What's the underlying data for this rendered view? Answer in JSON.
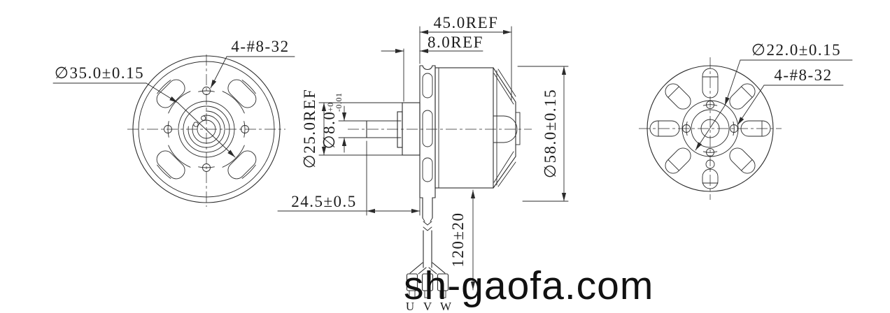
{
  "watermark": "sh-gaofa.com",
  "front_view": {
    "thread_note": "4-#8-32",
    "bolt_circle_dia": "∅35.0±0.15"
  },
  "side_view": {
    "overall_length": "45.0REF",
    "flange_offset": "8.0REF",
    "hub_dia": "∅25.0REF",
    "shaft_dia": "∅8.0",
    "shaft_tol_upper": "+0",
    "shaft_tol_lower": "-0.01",
    "body_dia": "∅58.0±0.15",
    "shaft_length": "24.5±0.5",
    "wire_length": "120±20",
    "wires": [
      "U",
      "V",
      "W"
    ]
  },
  "back_view": {
    "bolt_circle_dia": "∅22.0±0.15",
    "thread_note": "4-#8-32"
  },
  "colors": {
    "line": "#2b2b2b",
    "text": "#1c1c1c",
    "watermark": "#111111",
    "background": "#ffffff"
  }
}
